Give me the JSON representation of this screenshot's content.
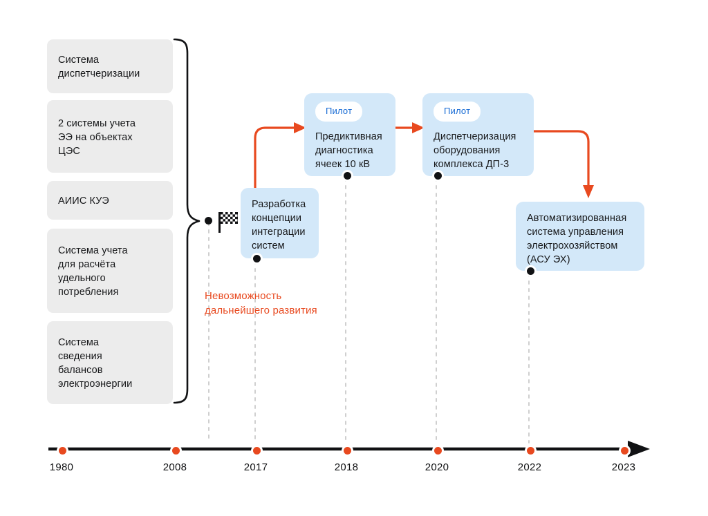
{
  "colors": {
    "accent_orange": "#e8491f",
    "card_blue": "#d3e8f9",
    "card_gray": "#ececec",
    "badge_text_blue": "#1469d4",
    "ink": "#17181a",
    "dash_gray": "#cfcfcf"
  },
  "legacy_group": {
    "bracket_label": "legacy-systems-bracket",
    "milestone_icon": "checkered-flag-icon",
    "cards": [
      {
        "id": "sistema-dispetcherizacii",
        "text": "Система\nдиспетчеризации"
      },
      {
        "id": "2-sistemy-ucheta-ee",
        "text": "2 системы учета\nЭЭ на объектах\nЦЭС"
      },
      {
        "id": "aiis-kue",
        "text": "АИИС КУЭ"
      },
      {
        "id": "sistema-ucheta-udelnogo",
        "text": "Система учета\nдля расчёта\nудельного\nпотребления"
      },
      {
        "id": "sistema-svedeniya-balansov",
        "text": "Система\nсведения\nбалансов\nэлектроэнергии"
      }
    ]
  },
  "caption": {
    "text": "Невозможность\nдальнейшего развития"
  },
  "milestones": [
    {
      "id": "razrabotka-koncepcii",
      "badge": null,
      "text": "Разработка\nконцепции\nинтеграции\nсистем",
      "year": "2017"
    },
    {
      "id": "prediktivnaya-diagnostika",
      "badge": "Пилот",
      "text": "Предиктивная\nдиагностика\nячеек 10 кВ",
      "year": "2018"
    },
    {
      "id": "dispetcherizaciya-dp3",
      "badge": "Пилот",
      "text": "Диспетчеризация\nоборудования\nкомплекса ДП-3",
      "year": "2020"
    },
    {
      "id": "asu-eh",
      "badge": null,
      "text": "Автоматизированная\nсистема управления\nэлектрохозяйством\n(АСУ ЭХ)",
      "year": "2022"
    }
  ],
  "timeline": {
    "axis_label": "years-axis",
    "years": [
      "1980",
      "2008",
      "2017",
      "2018",
      "2020",
      "2022",
      "2023"
    ],
    "arrow_direction": "right"
  }
}
